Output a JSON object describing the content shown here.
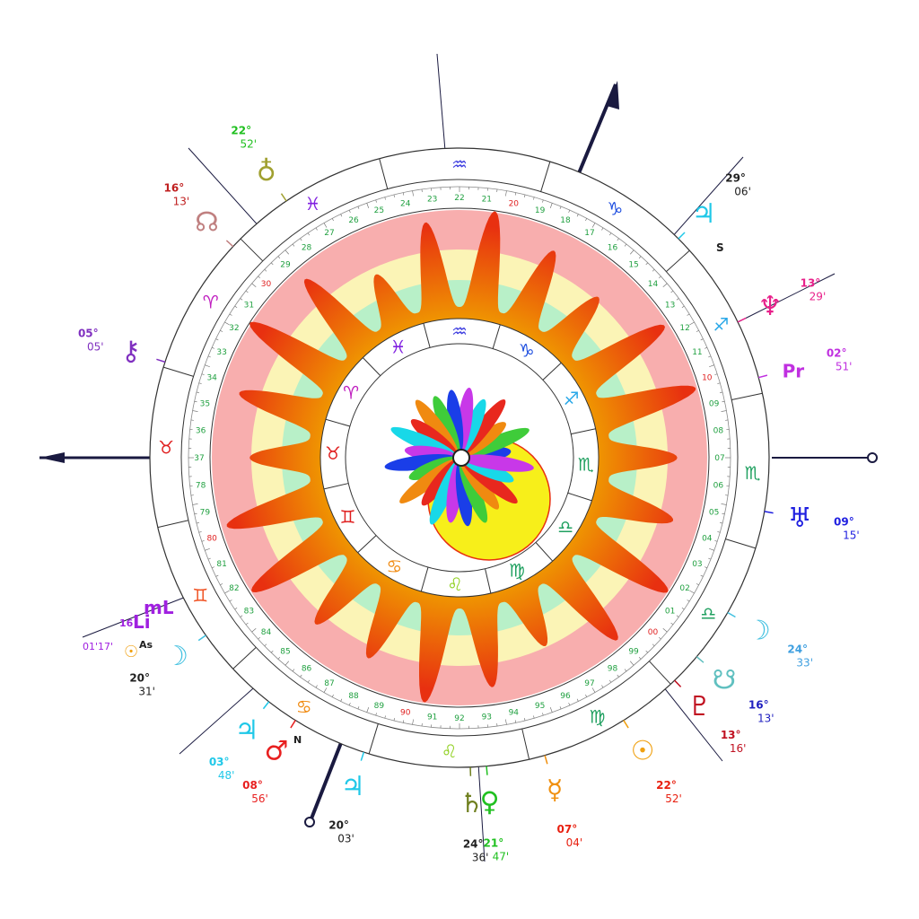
{
  "wheel": {
    "background": "#ffffff",
    "band_color": "#f8aeae",
    "cream_color": "#fbf4b6",
    "mint_color": "#b8f0c8",
    "flame_colors": [
      "#f0a000",
      "#e83010"
    ],
    "sun_disc_color": "#f7ef1a",
    "sun_disc_stroke": "#e83010",
    "petal_colors": [
      "#1a3ee8",
      "#3fcc3a",
      "#f08a10",
      "#e8281e",
      "#18d8e8",
      "#c838e8"
    ]
  },
  "outer_signs": [
    {
      "id": "aquarius",
      "glyph": "♒",
      "color": "#4040e0",
      "mid_angle": 90
    },
    {
      "id": "capricorn",
      "glyph": "♑",
      "color": "#2050e0",
      "mid_angle": 58
    },
    {
      "id": "sagittarius",
      "glyph": "♐",
      "color": "#2aa8e8",
      "mid_angle": 27
    },
    {
      "id": "scorpio",
      "glyph": "♏",
      "color": "#20a060",
      "mid_angle": -3
    },
    {
      "id": "libra",
      "glyph": "♎",
      "color": "#20a060",
      "mid_angle": -32
    },
    {
      "id": "virgo",
      "glyph": "♍",
      "color": "#20a060",
      "mid_angle": -62
    },
    {
      "id": "leo",
      "glyph": "♌",
      "color": "#90d020",
      "mid_angle": -92
    },
    {
      "id": "cancer",
      "glyph": "♋",
      "color": "#f08a10",
      "mid_angle": -122
    },
    {
      "id": "gemini",
      "glyph": "♊",
      "color": "#f05020",
      "mid_angle": -152
    },
    {
      "id": "taurus",
      "glyph": "♉",
      "color": "#e02020",
      "mid_angle": 178
    },
    {
      "id": "aries",
      "glyph": "♈",
      "color": "#c020c0",
      "mid_angle": 148
    },
    {
      "id": "pisces",
      "glyph": "♓",
      "color": "#8020e0",
      "mid_angle": 120
    }
  ],
  "inner_signs": [
    {
      "id": "aquarius",
      "glyph": "♒",
      "color": "#4040e0",
      "mid_angle": 90
    },
    {
      "id": "capricorn",
      "glyph": "♑",
      "color": "#2050e0",
      "mid_angle": 58
    },
    {
      "id": "sagittarius",
      "glyph": "♐",
      "color": "#2aa8e8",
      "mid_angle": 28
    },
    {
      "id": "scorpio",
      "glyph": "♏",
      "color": "#20a060",
      "mid_angle": -3
    },
    {
      "id": "libra",
      "glyph": "♎",
      "color": "#20a060",
      "mid_angle": -33
    },
    {
      "id": "virgo",
      "glyph": "♍",
      "color": "#20a060",
      "mid_angle": -63
    },
    {
      "id": "leo",
      "glyph": "♌",
      "color": "#90d020",
      "mid_angle": -92
    },
    {
      "id": "cancer",
      "glyph": "♋",
      "color": "#f08a10",
      "mid_angle": -121
    },
    {
      "id": "gemini",
      "glyph": "♊",
      "color": "#e02020",
      "mid_angle": -152
    },
    {
      "id": "taurus",
      "glyph": "♉",
      "color": "#e02020",
      "mid_angle": 178
    },
    {
      "id": "aries",
      "glyph": "♈",
      "color": "#c020c0",
      "mid_angle": 149
    },
    {
      "id": "pisces",
      "glyph": "♓",
      "color": "#8020e0",
      "mid_angle": 119
    }
  ],
  "house_numbers": [
    {
      "text": "22",
      "angle": 90
    },
    {
      "text": "21",
      "angle": 84
    },
    {
      "text": "20",
      "angle": 78
    },
    {
      "text": "19",
      "angle": 72
    },
    {
      "text": "18",
      "angle": 66
    },
    {
      "text": "17",
      "angle": 60
    },
    {
      "text": "16",
      "angle": 54
    },
    {
      "text": "15",
      "angle": 48
    },
    {
      "text": "14",
      "angle": 42
    },
    {
      "text": "13",
      "angle": 36
    },
    {
      "text": "12",
      "angle": 30
    },
    {
      "text": "11",
      "angle": 24
    },
    {
      "text": "10",
      "angle": 18
    },
    {
      "text": "09",
      "angle": 12
    },
    {
      "text": "08",
      "angle": 6
    },
    {
      "text": "07",
      "angle": 0
    },
    {
      "text": "06",
      "angle": -6
    },
    {
      "text": "05",
      "angle": -12
    },
    {
      "text": "04",
      "angle": -18
    },
    {
      "text": "03",
      "angle": -24
    },
    {
      "text": "02",
      "angle": -30
    },
    {
      "text": "01",
      "angle": -36
    },
    {
      "text": "00",
      "angle": -42
    },
    {
      "text": "99",
      "angle": -48
    },
    {
      "text": "98",
      "angle": -54
    },
    {
      "text": "97",
      "angle": -60
    },
    {
      "text": "96",
      "angle": -66
    },
    {
      "text": "95",
      "angle": -72
    },
    {
      "text": "94",
      "angle": -78
    },
    {
      "text": "93",
      "angle": -84
    },
    {
      "text": "92",
      "angle": -90
    },
    {
      "text": "91",
      "angle": -96
    },
    {
      "text": "90",
      "angle": -102
    },
    {
      "text": "89",
      "angle": -108
    },
    {
      "text": "88",
      "angle": -114
    },
    {
      "text": "87",
      "angle": -120
    },
    {
      "text": "86",
      "angle": -126
    },
    {
      "text": "85",
      "angle": -132
    },
    {
      "text": "84",
      "angle": -138
    },
    {
      "text": "83",
      "angle": -144
    },
    {
      "text": "82",
      "angle": -150
    },
    {
      "text": "81",
      "angle": -156
    },
    {
      "text": "80",
      "angle": -162
    },
    {
      "text": "79",
      "angle": -168
    },
    {
      "text": "78",
      "angle": -174
    },
    {
      "text": "37",
      "angle": 180
    },
    {
      "text": "36",
      "angle": 174
    },
    {
      "text": "35",
      "angle": 168
    },
    {
      "text": "34",
      "angle": 162
    },
    {
      "text": "33",
      "angle": 156
    },
    {
      "text": "32",
      "angle": 150
    },
    {
      "text": "31",
      "angle": 144
    },
    {
      "text": "30",
      "angle": 138
    },
    {
      "text": "29",
      "angle": 132
    },
    {
      "text": "28",
      "angle": 126
    },
    {
      "text": "27",
      "angle": 120
    },
    {
      "text": "26",
      "angle": 114
    },
    {
      "text": "25",
      "angle": 108
    },
    {
      "text": "24",
      "angle": 102
    },
    {
      "text": "23",
      "angle": 96
    }
  ],
  "planets": [
    {
      "id": "earth",
      "glyph": "♁",
      "color": "#a0a030",
      "angle": 124,
      "deg": "22°",
      "min": "52'",
      "deg_color": "#20c020",
      "min_color": "#20c020"
    },
    {
      "id": "north-node",
      "glyph": "☊",
      "color": "#c08080",
      "angle": 137,
      "deg": "16°",
      "min": "13'",
      "deg_color": "#c02020",
      "min_color": "#c02020"
    },
    {
      "id": "chiron",
      "glyph": "⚷",
      "color": "#8030c0",
      "angle": 162,
      "deg": "05°",
      "min": "05'",
      "deg_color": "#8030c0",
      "min_color": "#8030c0"
    },
    {
      "id": "jupiter-s",
      "glyph": "♃",
      "color": "#20c8e8",
      "angle": 45,
      "deg": "29°",
      "min": "06'",
      "deg_color": "#202020",
      "min_color": "#202020"
    },
    {
      "id": "neptune",
      "glyph": "♆",
      "color": "#e8208a",
      "angle": 26,
      "deg": "13°",
      "min": "29'",
      "deg_color": "#e8208a",
      "min_color": "#e8208a"
    },
    {
      "id": "pr-point",
      "glyph": "Pr",
      "color": "#c030e0",
      "angle": 15,
      "deg": "02°",
      "min": "51'",
      "deg_color": "#c030e0",
      "min_color": "#c030e0"
    },
    {
      "id": "uranus",
      "glyph": "♅",
      "color": "#2020e0",
      "angle": -10,
      "deg": "09°",
      "min": "15'",
      "deg_color": "#2020e0",
      "min_color": "#2020e0"
    },
    {
      "id": "moon-right",
      "glyph": "☽",
      "color": "#40c0e0",
      "angle": -30,
      "deg": "24°",
      "min": "33'",
      "deg_color": "#40a0e0",
      "min_color": "#40a0e0"
    },
    {
      "id": "south-node",
      "glyph": "☋",
      "color": "#60c0c0",
      "angle": -40,
      "deg": "16°",
      "min": "13'",
      "deg_color": "#2020c0",
      "min_color": "#2020c0"
    },
    {
      "id": "pluto",
      "glyph": "♇",
      "color": "#c01020",
      "angle": -46,
      "deg": "13°",
      "min": "16'",
      "deg_color": "#c01020",
      "min_color": "#c01020"
    },
    {
      "id": "sun",
      "glyph": "☉",
      "color": "#f0a010",
      "angle": -58,
      "deg": "22°",
      "min": "52'",
      "deg_color": "#e82010",
      "min_color": "#e82010"
    },
    {
      "id": "mercury",
      "glyph": "☿",
      "color": "#f09010",
      "angle": -74,
      "deg": "07°",
      "min": "04'",
      "deg_color": "#e82010",
      "min_color": "#e82010"
    },
    {
      "id": "venus",
      "glyph": "♀",
      "color": "#20c020",
      "angle": -85,
      "deg": "21°",
      "min": "47'",
      "deg_color": "#20c020",
      "min_color": "#20c020"
    },
    {
      "id": "saturn",
      "glyph": "♄",
      "color": "#708020",
      "angle": -88,
      "deg": "24°",
      "min": "36'",
      "deg_color": "#202020",
      "min_color": "#202020"
    },
    {
      "id": "jupiter-n",
      "glyph": "♃",
      "color": "#20c8e8",
      "angle": -108,
      "deg": "20°",
      "min": "03'",
      "deg_color": "#202020",
      "min_color": "#202020"
    },
    {
      "id": "mars",
      "glyph": "♂",
      "color": "#e82020",
      "angle": -122,
      "deg": "08°",
      "min": "56'",
      "deg_color": "#e82020",
      "min_color": "#e82020"
    },
    {
      "id": "jupiter",
      "glyph": "♃",
      "color": "#20c8e8",
      "angle": -128,
      "deg": "03°",
      "min": "48'",
      "deg_color": "#20c8e8",
      "min_color": "#20c8e8"
    },
    {
      "id": "moon-left",
      "glyph": "☽",
      "color": "#40c0e0",
      "angle": -145,
      "deg": "20°",
      "min": "31'",
      "deg_color": "#202020",
      "min_color": "#202020"
    }
  ],
  "point_labels": {
    "jupiter_s": "S",
    "jupiter_n": "N",
    "ml": "mL",
    "li": "Li",
    "li_deg": "16",
    "li_mins": "01'17'",
    "as": "As",
    "as_glyph": "☉"
  }
}
